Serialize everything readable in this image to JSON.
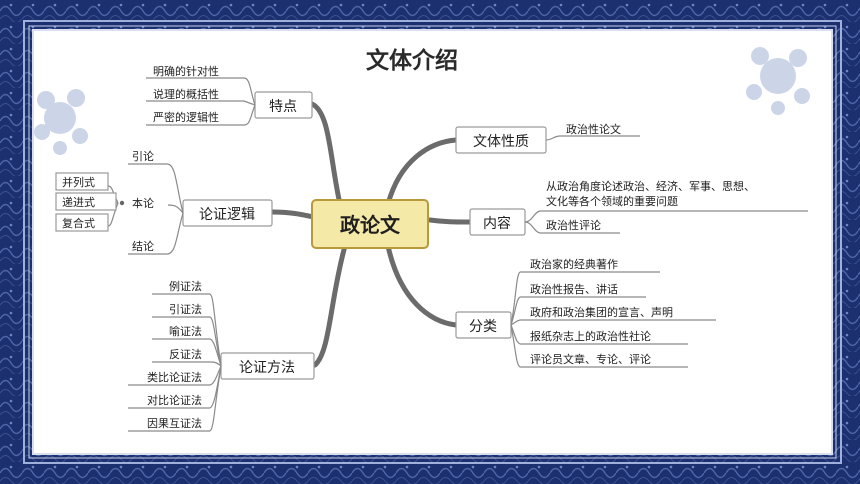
{
  "title": "文体介绍",
  "center": "政论文",
  "left": {
    "features": {
      "label": "特点",
      "items": [
        "明确的针对性",
        "说理的概括性",
        "严密的逻辑性"
      ]
    },
    "argument_logic": {
      "label": "论证逻辑",
      "intro": "引论",
      "body": "本论",
      "body_items": [
        "并列式",
        "递进式",
        "复合式"
      ],
      "conclusion": "结论"
    },
    "argument_methods": {
      "label": "论证方法",
      "items": [
        "例证法",
        "引证法",
        "喻证法",
        "反证法",
        "类比论证法",
        "对比论证法",
        "因果互证法"
      ]
    }
  },
  "right": {
    "nature": {
      "label": "文体性质",
      "value": "政治性论文"
    },
    "content": {
      "label": "内容",
      "line1": "从政治角度论述政治、经济、军事、思想、",
      "line2": "文化等各个领域的重要问题",
      "sub": "政治性评论"
    },
    "category": {
      "label": "分类",
      "items": [
        "政治家的经典著作",
        "政治性报告、讲话",
        "政府和政治集团的宣言、声明",
        "报纸杂志上的政治性社论",
        "评论员文章、专论、评论"
      ]
    }
  },
  "colors": {
    "border": "#1c2f6e",
    "center_fill": "#f5e9a8",
    "center_stroke": "#b99a3a"
  }
}
